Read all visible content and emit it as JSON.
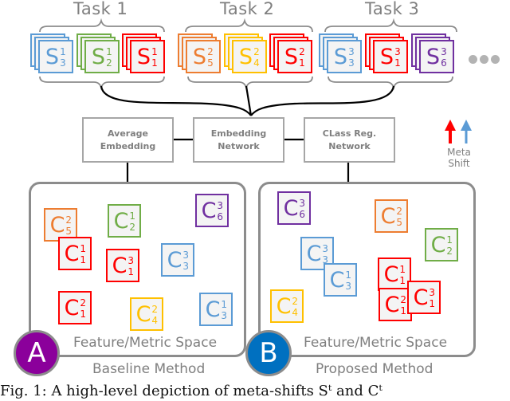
{
  "colors": {
    "blue": "#5b9bd5",
    "green": "#70ad47",
    "red": "#ff0000",
    "orange": "#ed7d31",
    "yellow": "#ffc000",
    "purple": "#7030a0",
    "badge_a": "#8b009b",
    "badge_b": "#0070c0",
    "gray_text": "#7f7f7f",
    "gray_border": "#a6a6a6"
  },
  "tasks": [
    {
      "label": "Task 1",
      "support_sets": [
        {
          "base": "S",
          "sup": "1",
          "sub": "3",
          "color": "blue"
        },
        {
          "base": "S",
          "sup": "1",
          "sub": "2",
          "color": "green"
        },
        {
          "base": "S",
          "sup": "1",
          "sub": "1",
          "color": "red"
        }
      ]
    },
    {
      "label": "Task 2",
      "support_sets": [
        {
          "base": "S",
          "sup": "2",
          "sub": "5",
          "color": "orange"
        },
        {
          "base": "S",
          "sup": "2",
          "sub": "4",
          "color": "yellow"
        },
        {
          "base": "S",
          "sup": "2",
          "sub": "1",
          "color": "red"
        }
      ]
    },
    {
      "label": "Task 3",
      "support_sets": [
        {
          "base": "S",
          "sup": "3",
          "sub": "3",
          "color": "blue"
        },
        {
          "base": "S",
          "sup": "3",
          "sub": "1",
          "color": "red"
        },
        {
          "base": "S",
          "sup": "3",
          "sub": "6",
          "color": "purple"
        }
      ]
    }
  ],
  "ellipsis": "more-tasks-dots",
  "networks": {
    "average_embedding": {
      "line1": "Average",
      "line2": "Embedding"
    },
    "embedding_network": {
      "line1": "Embedding",
      "line2": "Network"
    },
    "class_reg_network": {
      "line1": "CLass Reg.",
      "line2": "Network"
    }
  },
  "legend": {
    "arrows": [
      "red-up-arrow-icon",
      "blue-up-arrow-icon"
    ],
    "line1": "Meta",
    "line2": "Shift"
  },
  "panels": {
    "baseline": {
      "badge": "A",
      "space_label": "Feature/Metric Space",
      "method_label": "Baseline Method",
      "classes": [
        {
          "id": "c25",
          "base": "C",
          "sup": "2",
          "sub": "5",
          "color": "orange"
        },
        {
          "id": "c12",
          "base": "C",
          "sup": "1",
          "sub": "2",
          "color": "green"
        },
        {
          "id": "c36",
          "base": "C",
          "sup": "3",
          "sub": "6",
          "color": "purple"
        },
        {
          "id": "c11",
          "base": "C",
          "sup": "1",
          "sub": "1",
          "color": "red"
        },
        {
          "id": "c31",
          "base": "C",
          "sup": "3",
          "sub": "1",
          "color": "red"
        },
        {
          "id": "c33",
          "base": "C",
          "sup": "3",
          "sub": "3",
          "color": "blue"
        },
        {
          "id": "c21",
          "base": "C",
          "sup": "2",
          "sub": "1",
          "color": "red"
        },
        {
          "id": "c24",
          "base": "C",
          "sup": "2",
          "sub": "4",
          "color": "yellow"
        },
        {
          "id": "c13",
          "base": "C",
          "sup": "1",
          "sub": "3",
          "color": "blue"
        }
      ],
      "shifts": [
        {
          "from": "C_1^1",
          "to": "C_1^2",
          "color": "red"
        },
        {
          "from": "C_1^2",
          "to": "C_1^3",
          "color": "red"
        },
        {
          "from": "C_3^1",
          "to": "C_3^3",
          "color": "blue"
        }
      ]
    },
    "proposed": {
      "badge": "B",
      "space_label": "Feature/Metric Space",
      "method_label": "Proposed Method",
      "classes": [
        {
          "id": "c36",
          "base": "C",
          "sup": "3",
          "sub": "6",
          "color": "purple"
        },
        {
          "id": "c25",
          "base": "C",
          "sup": "2",
          "sub": "5",
          "color": "orange"
        },
        {
          "id": "c12",
          "base": "C",
          "sup": "1",
          "sub": "2",
          "color": "green"
        },
        {
          "id": "c33",
          "base": "C",
          "sup": "3",
          "sub": "3",
          "color": "blue"
        },
        {
          "id": "c13",
          "base": "C",
          "sup": "1",
          "sub": "3",
          "color": "blue"
        },
        {
          "id": "c11",
          "base": "C",
          "sup": "1",
          "sub": "1",
          "color": "red"
        },
        {
          "id": "c24",
          "base": "C",
          "sup": "2",
          "sub": "4",
          "color": "yellow"
        },
        {
          "id": "c21",
          "base": "C",
          "sup": "2",
          "sub": "1",
          "color": "red"
        },
        {
          "id": "c31",
          "base": "C",
          "sup": "3",
          "sub": "1",
          "color": "red"
        }
      ],
      "shifts": [
        {
          "from": "C_1^1",
          "to": "C_1^2",
          "color": "red"
        },
        {
          "from": "C_1^2",
          "to": "C_1^3",
          "color": "red"
        },
        {
          "from": "C_3^1",
          "to": "C_3^3",
          "color": "blue"
        }
      ]
    }
  },
  "caption": "Fig. 1: A high-level depiction of meta-shifts Sᵗ and Cᵗ"
}
